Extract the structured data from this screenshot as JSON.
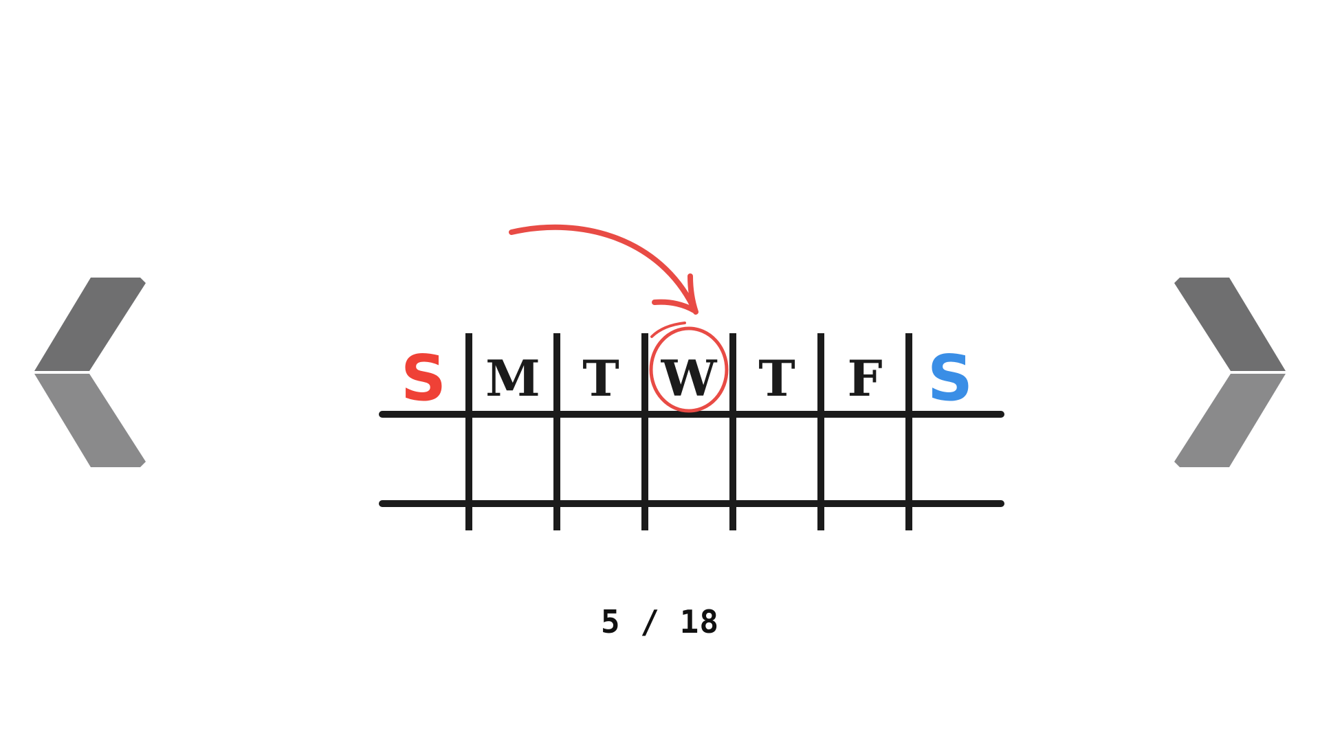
{
  "slideshow": {
    "counter_text": "5 / 18",
    "current": 5,
    "total": 18
  },
  "nav": {
    "prev_icon": "chevron-left-icon",
    "next_icon": "chevron-right-icon",
    "color_top": "#6f6f70",
    "color_bottom": "#8a8a8b"
  },
  "calendar": {
    "days": [
      "S",
      "M",
      "T",
      "W",
      "T",
      "F",
      "S"
    ],
    "highlighted_day_index": 3,
    "colors": {
      "sunday": "#ef4136",
      "saturday": "#3a8ee6",
      "weekday": "#1b1b1b",
      "grid": "#1b1b1b",
      "highlight": "#e84b45"
    }
  }
}
